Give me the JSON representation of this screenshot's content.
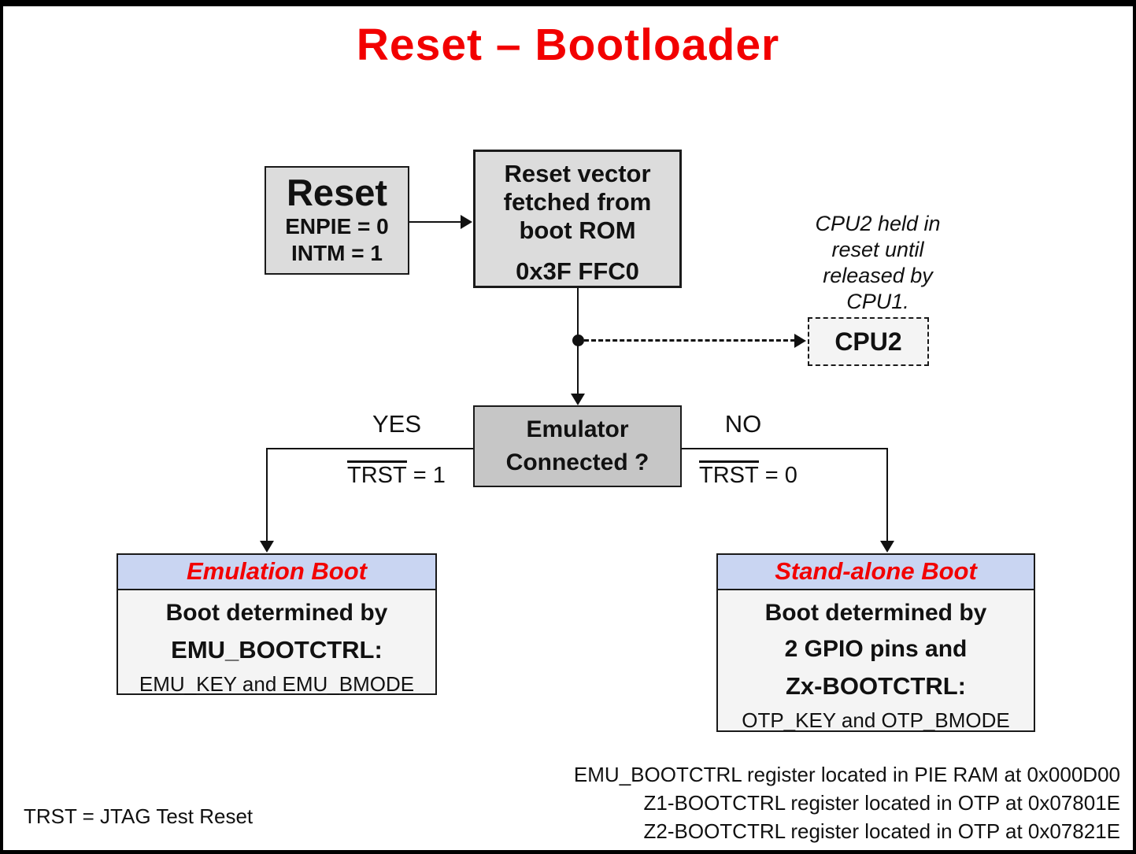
{
  "slide": {
    "title": "Reset – Bootloader"
  },
  "colors": {
    "title_red": "#f20000",
    "boot_header_red": "#f20000",
    "node_gray": "#dcdcdc",
    "decision_gray": "#c6c6c6",
    "light_fill": "#f4f4f4",
    "boot_header_blue": "#c9d5f2",
    "line_black": "#111111"
  },
  "flow": {
    "reset": {
      "title": "Reset",
      "lines": [
        "ENPIE = 0",
        "INTM = 1"
      ]
    },
    "reset_vector": {
      "lines": [
        "Reset vector",
        "fetched from",
        "boot ROM"
      ],
      "address": "0x3F FFC0"
    },
    "cpu2_note": {
      "lines": [
        "CPU2 held in",
        "reset until",
        "released by",
        "CPU1."
      ]
    },
    "cpu2": {
      "label": "CPU2"
    },
    "decision": {
      "lines": [
        "Emulator",
        "Connected ?"
      ]
    },
    "yes_branch": {
      "label": "YES",
      "signal": "TRST",
      "equals": "= 1"
    },
    "no_branch": {
      "label": "NO",
      "signal": "TRST",
      "equals": "= 0"
    },
    "emulation_boot": {
      "header": "Emulation Boot",
      "line1": "Boot determined by",
      "line2": "EMU_BOOTCTRL:",
      "line3": "EMU_KEY and EMU_BMODE"
    },
    "standalone_boot": {
      "header": "Stand-alone Boot",
      "line1": "Boot determined by",
      "line2": "2 GPIO pins and",
      "line3": "Zx-BOOTCTRL:",
      "line4": "OTP_KEY and OTP_BMODE"
    }
  },
  "footnotes": {
    "trst": "TRST = JTAG Test Reset",
    "registers": [
      "EMU_BOOTCTRL register located in PIE RAM at 0x000D00",
      "Z1-BOOTCTRL register located in OTP at 0x07801E",
      "Z2-BOOTCTRL register located in OTP at 0x07821E"
    ]
  }
}
